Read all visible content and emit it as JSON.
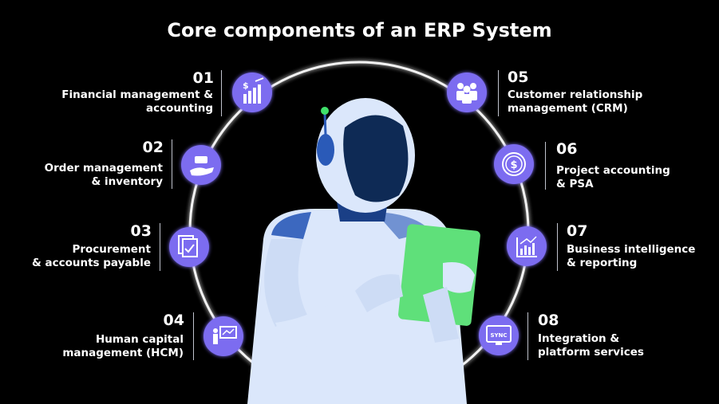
{
  "title": "Core components of an ERP System",
  "colors": {
    "background": "#000000",
    "icon_circle": "#7b6cf0",
    "ring": "#ffffff",
    "robot_body": "#dbe7fb",
    "robot_visor": "#0e2a55",
    "robot_accent": "#2a5ab8",
    "tablet": "#5fe07a",
    "antenna_tip": "#3fe06a"
  },
  "components": [
    {
      "number": "01",
      "line1": "Financial management &",
      "line2": "accounting",
      "icon": "dollar-chart-icon"
    },
    {
      "number": "02",
      "line1": "Order management",
      "line2": "& inventory",
      "icon": "hand-box-icon"
    },
    {
      "number": "03",
      "line1": "Procurement",
      "line2": "& accounts payable",
      "icon": "documents-check-icon"
    },
    {
      "number": "04",
      "line1": "Human capital",
      "line2": "management (HCM)",
      "icon": "presenter-board-icon"
    },
    {
      "number": "05",
      "line1": "Customer relationship",
      "line2": "management (CRM)",
      "icon": "people-group-icon"
    },
    {
      "number": "06",
      "line1": "Project accounting",
      "line2": "& PSA",
      "icon": "dollar-coin-icon"
    },
    {
      "number": "07",
      "line1": "Business intelligence",
      "line2": "& reporting",
      "icon": "bar-chart-icon"
    },
    {
      "number": "08",
      "line1": "Integration &",
      "line2": "platform services",
      "icon": "sync-monitor-icon"
    }
  ],
  "icon_text": {
    "dollar": "$",
    "sync": "SYNC"
  }
}
